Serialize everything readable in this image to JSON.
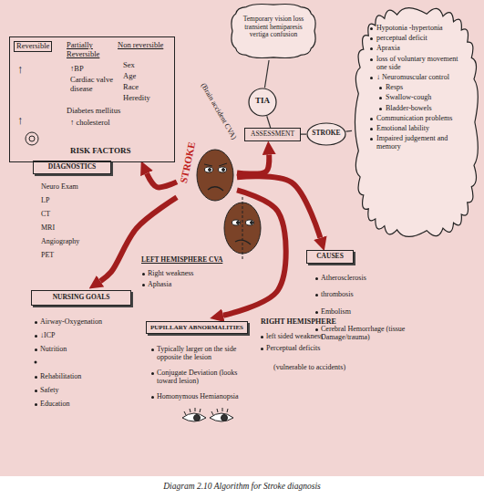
{
  "diagram": {
    "caption": "Diagram 2.10 Algorithm for Stroke diagnosis",
    "nodes": [
      {
        "text": [
          "Reversible",
          "Partially Reversible",
          "Non reversible",
          "↑",
          "↑BP",
          "Cardiac valve disease",
          "Sex",
          "Age",
          "Race",
          "Heredity",
          "Diabetes mellitus",
          "↑ cholesterol",
          "↑",
          "RISK FACTORS"
        ]
      },
      {
        "text": [
          "Temporary vision loss transient hemiparesis vertiga confusion"
        ]
      },
      {
        "text": [
          "Hypotonia -hypertonia",
          "perceptual deficit",
          "Apraxia",
          "loss of voluntary movement one side",
          "↓ Neuromuscular control",
          "Resps",
          "Swallow-cough",
          "Bladder-bowels",
          "Communication problems",
          "Emotional lability",
          "Impaired judgement and memory"
        ]
      },
      {
        "text": [
          "TIA"
        ]
      },
      {
        "text": [
          "ASSESSMENT"
        ]
      },
      {
        "text": [
          "STROKE"
        ]
      },
      {
        "text": [
          "DIAGNOSTICS"
        ]
      },
      {
        "text": [
          "STROKE",
          "(Brain accident CVA)"
        ]
      },
      {
        "text": [
          "CAUSES"
        ]
      },
      {
        "text": [
          "NURSING GOALS"
        ]
      },
      {
        "text": [
          "PUPILLARY ABNORMALITIES"
        ]
      }
    ],
    "edges": [
      {
        "from": 7,
        "to": 0,
        "arrow": "to"
      },
      {
        "from": 7,
        "to": 4,
        "arrow": "to"
      },
      {
        "from": 4,
        "to": 3,
        "arrow": "none"
      },
      {
        "from": 4,
        "to": 5,
        "arrow": "none"
      },
      {
        "from": 3,
        "to": 1,
        "arrow": "none"
      },
      {
        "from": 5,
        "to": 2,
        "arrow": "none"
      },
      {
        "from": 7,
        "to": 8,
        "arrow": "to"
      },
      {
        "from": 7,
        "to": 9,
        "arrow": "to"
      },
      {
        "from": 7,
        "to": 10,
        "arrow": "to"
      }
    ],
    "labels": [
      "Neuro Exam",
      "LP",
      "CT",
      "MRI",
      "Angiography",
      "PET",
      "LEFT HEMISPHERE CVA",
      "Right weakness",
      "Aphasia",
      "Atherosclerosis",
      "thrombosis",
      "Embolism",
      "Cerebral Hemorrhage (tissue Damage/trauma)",
      "Airway-Oxygenation",
      "↓ICP",
      "Nutrition",
      "Rehabilitation",
      "Safety",
      "Education",
      "Typically larger on the side opposite the lesion",
      "Conjugate Deviation (looks toward lesion)",
      "Homonymous Hemianopsia",
      "RIGHT HEMISPHERE",
      "left sided weakness",
      "Perceptual deficits",
      "(vulnerable to accidents)"
    ]
  }
}
